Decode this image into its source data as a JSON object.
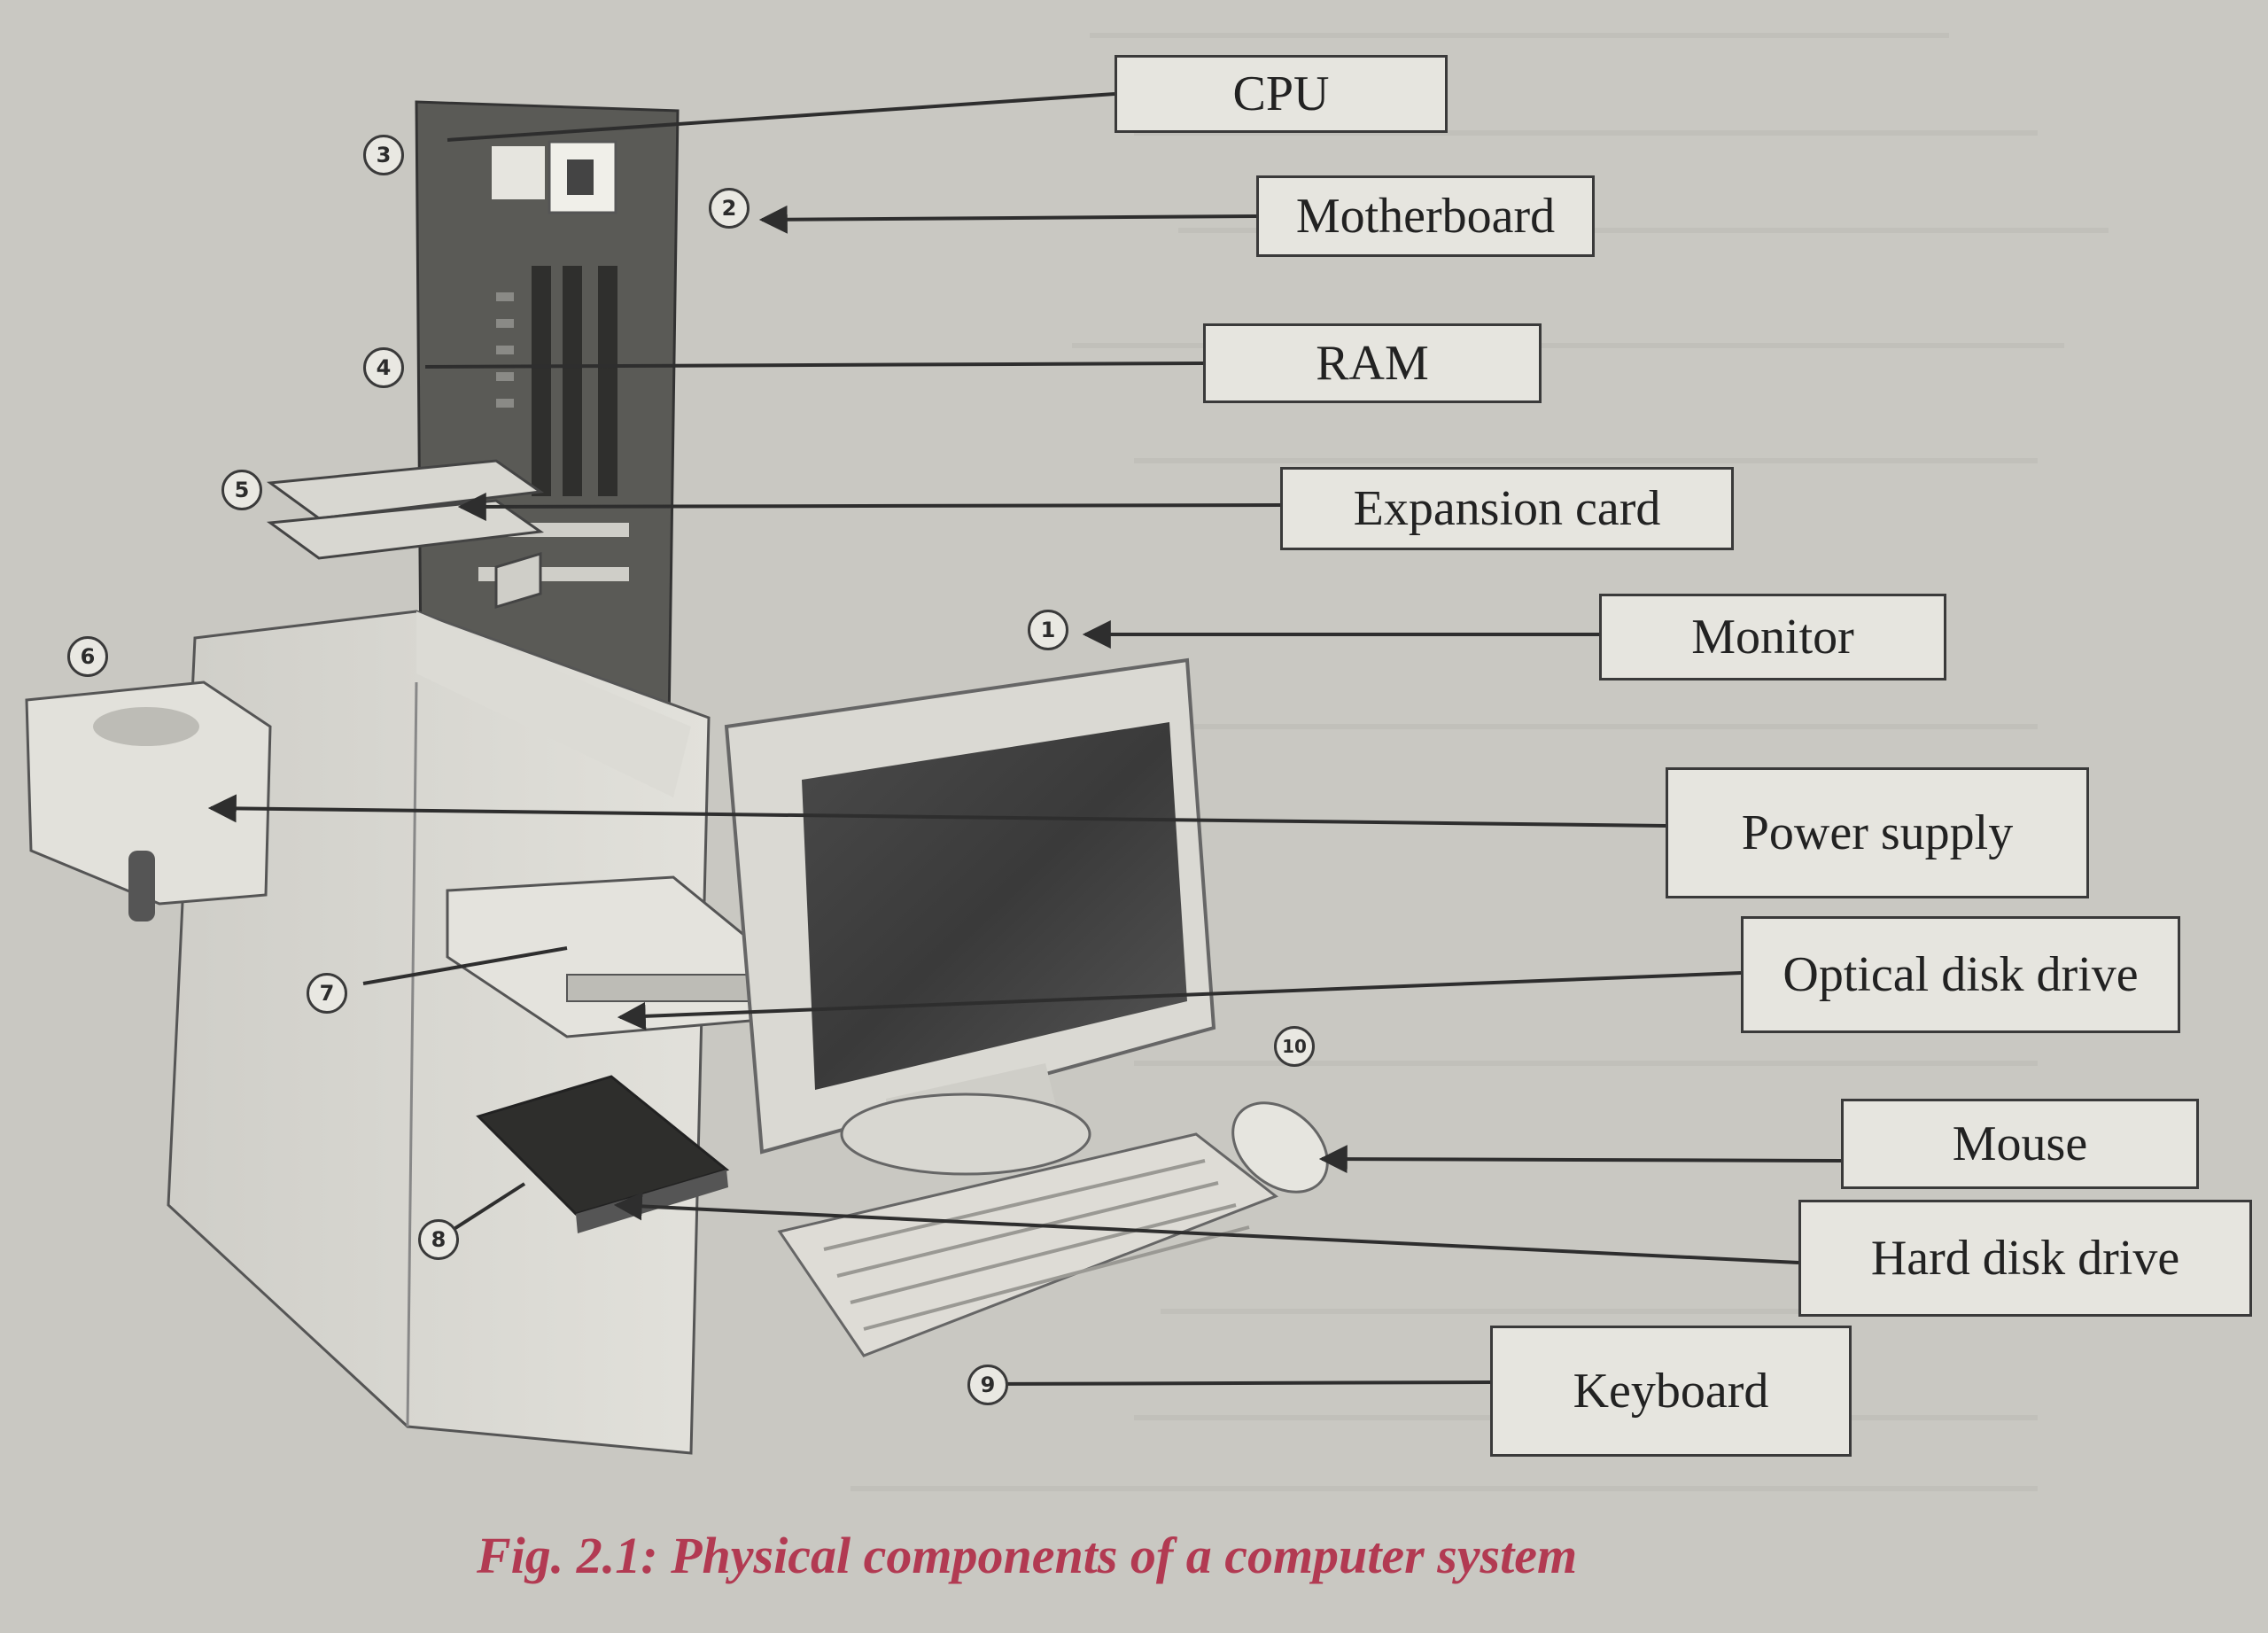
{
  "labels": {
    "cpu": "CPU",
    "motherboard": "Motherboard",
    "ram": "RAM",
    "expansion_card": "Expansion card",
    "monitor": "Monitor",
    "power_supply": "Power supply",
    "optical_disk_drive": "Optical disk drive",
    "mouse": "Mouse",
    "hard_disk_drive": "Hard disk drive",
    "keyboard": "Keyboard"
  },
  "markers": {
    "monitor": "1",
    "motherboard": "2",
    "cpu": "3",
    "ram": "4",
    "expansion_card": "5",
    "power_supply": "6",
    "optical_disk_drive": "7",
    "hard_disk_drive": "8",
    "keyboard": "9",
    "mouse": "10"
  },
  "caption": "Fig. 2.1: Physical components of a computer system",
  "colors": {
    "caption": "#b23a52",
    "lines": "#2e2e2e",
    "background": "#c9c8c2"
  }
}
